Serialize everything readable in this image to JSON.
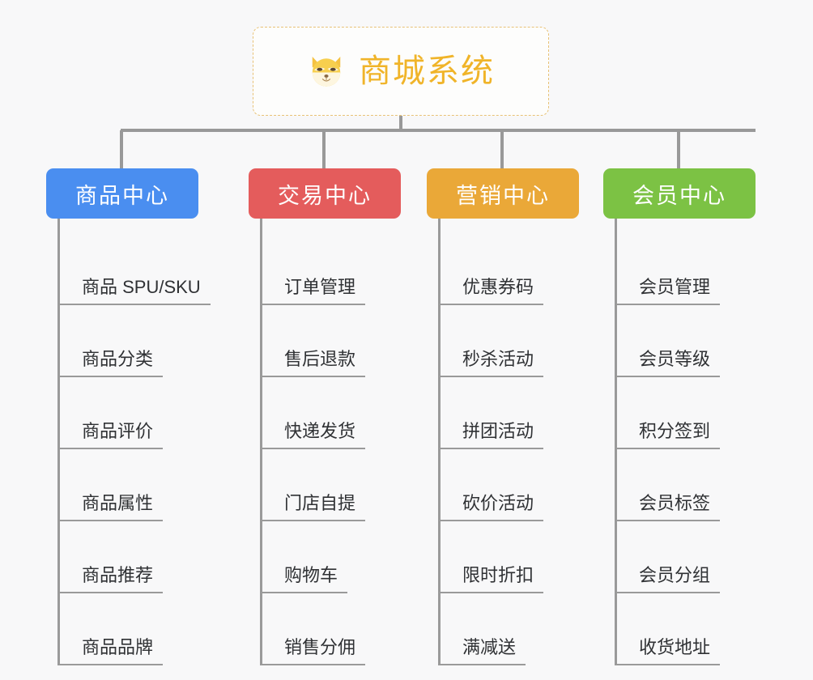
{
  "background_color": "#f8f8f9",
  "line_color": "#999999",
  "root": {
    "title": "商城系统",
    "icon": "shiba-dog-emoji",
    "text_color": "#f0b429",
    "border_color": "#e8c276"
  },
  "categories": [
    {
      "label": "商品中心",
      "color": "#4a8ef0",
      "items": [
        "商品 SPU/SKU",
        "商品分类",
        "商品评价",
        "商品属性",
        "商品推荐",
        "商品品牌"
      ]
    },
    {
      "label": "交易中心",
      "color": "#e45c5c",
      "items": [
        "订单管理",
        "售后退款",
        "快递发货",
        "门店自提",
        "购物车",
        "销售分佣"
      ]
    },
    {
      "label": "营销中心",
      "color": "#eaa838",
      "items": [
        "优惠券码",
        "秒杀活动",
        "拼团活动",
        "砍价活动",
        "限时折扣",
        "满减送"
      ]
    },
    {
      "label": "会员中心",
      "color": "#7cc244",
      "items": [
        "会员管理",
        "会员等级",
        "积分签到",
        "会员标签",
        "会员分组",
        "收货地址"
      ]
    }
  ]
}
